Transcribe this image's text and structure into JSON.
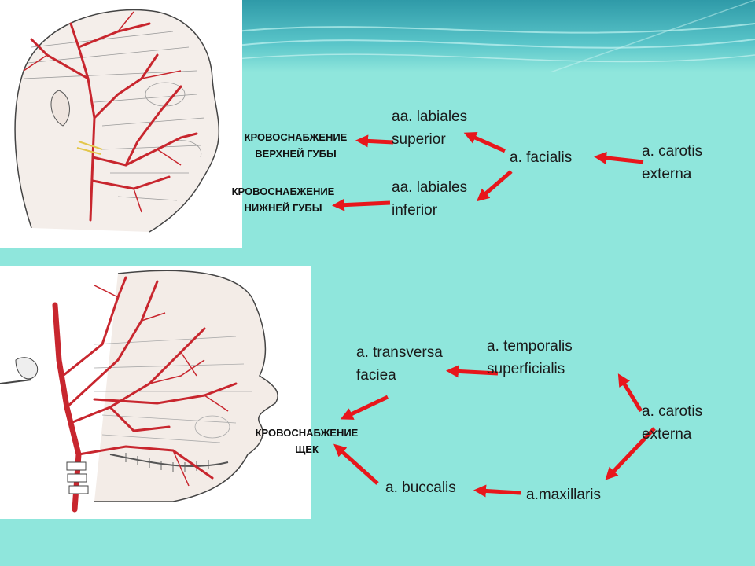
{
  "colors": {
    "background": "#8fe6dc",
    "arrow": "#e8161b",
    "header": "#2f9aa8"
  },
  "images": {
    "top": "head-arteries-illustration",
    "bottom": "face-arteries-illustration"
  },
  "upper_section": {
    "caption_upper_lip": "КРОВОСНАБЖЕНИЕ\nВЕРХНЕЙ ГУБЫ",
    "caption_lower_lip": "КРОВОСНАБЖЕНИЕ\nНИЖНЕЙ  ГУБЫ",
    "labiales_superior": "aa. labiales\nsuperior",
    "labiales_inferior": "aa. labiales\ninferior",
    "facialis": "a. facialis",
    "carotis_externa": "a.  carotis\nexterna"
  },
  "lower_section": {
    "transversa_faciea": "a.  transversa\nfaciea",
    "temporalis_superficialis": "a.  temporalis\nsuperficialis",
    "carotis_externa": "a.  carotis\nexterna",
    "caption_cheeks": "КРОВОСНАБЖЕНИЕ\nЩЕК",
    "buccalis": "a. buccalis",
    "maxillaris": "a.maxillaris"
  }
}
